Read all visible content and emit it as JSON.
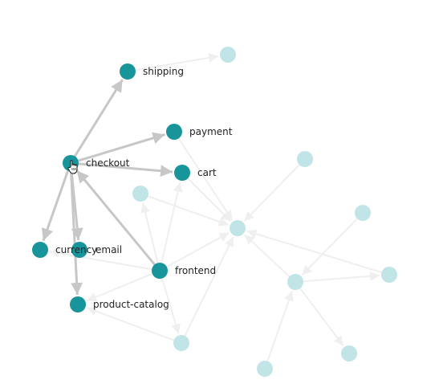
{
  "graph": {
    "colors": {
      "active_node": "#17959a",
      "faded_node": "#c1e4e6",
      "active_edge": "#c7c7c7",
      "faded_edge": "#efefef",
      "label": "#222222"
    },
    "nodes": [
      {
        "id": "shipping",
        "label": "shipping",
        "active": true
      },
      {
        "id": "payment",
        "label": "payment",
        "active": true
      },
      {
        "id": "checkout",
        "label": "checkout",
        "active": true
      },
      {
        "id": "cart",
        "label": "cart",
        "active": true
      },
      {
        "id": "currency",
        "label": "currency",
        "active": true
      },
      {
        "id": "email",
        "label": "email",
        "active": true
      },
      {
        "id": "frontend",
        "label": "frontend",
        "active": true
      },
      {
        "id": "product-catalog",
        "label": "product-catalog",
        "active": true
      },
      {
        "id": "f1",
        "label": "",
        "active": false
      },
      {
        "id": "f2",
        "label": "",
        "active": false
      },
      {
        "id": "f3",
        "label": "",
        "active": false
      },
      {
        "id": "f4",
        "label": "",
        "active": false
      },
      {
        "id": "f5",
        "label": "",
        "active": false
      },
      {
        "id": "f6",
        "label": "",
        "active": false
      },
      {
        "id": "f7",
        "label": "",
        "active": false
      },
      {
        "id": "f8",
        "label": "",
        "active": false
      },
      {
        "id": "f9",
        "label": "",
        "active": false
      },
      {
        "id": "f10",
        "label": "",
        "active": false
      }
    ],
    "edges": [
      {
        "from": "checkout",
        "to": "shipping",
        "active": true
      },
      {
        "from": "checkout",
        "to": "payment",
        "active": true
      },
      {
        "from": "checkout",
        "to": "cart",
        "active": true
      },
      {
        "from": "checkout",
        "to": "currency",
        "active": true
      },
      {
        "from": "checkout",
        "to": "email",
        "active": true
      },
      {
        "from": "checkout",
        "to": "product-catalog",
        "active": true
      },
      {
        "from": "frontend",
        "to": "checkout",
        "active": true
      },
      {
        "from": "shipping",
        "to": "f1",
        "active": false
      },
      {
        "from": "frontend",
        "to": "cart",
        "active": false
      },
      {
        "from": "frontend",
        "to": "f3",
        "active": false
      },
      {
        "from": "frontend",
        "to": "f4",
        "active": false
      },
      {
        "from": "frontend",
        "to": "currency",
        "active": false
      },
      {
        "from": "frontend",
        "to": "product-catalog",
        "active": false
      },
      {
        "from": "frontend",
        "to": "f7",
        "active": false
      },
      {
        "from": "f2",
        "to": "f4",
        "active": false
      },
      {
        "from": "f3",
        "to": "f4",
        "active": false
      },
      {
        "from": "payment",
        "to": "f4",
        "active": false
      },
      {
        "from": "cart",
        "to": "f4",
        "active": false
      },
      {
        "from": "f7",
        "to": "f4",
        "active": false
      },
      {
        "from": "f7",
        "to": "product-catalog",
        "active": false
      },
      {
        "from": "f6",
        "to": "f4",
        "active": false
      },
      {
        "from": "f5",
        "to": "f8",
        "active": false
      },
      {
        "from": "f8",
        "to": "f4",
        "active": false
      },
      {
        "from": "f9",
        "to": "f8",
        "active": false
      },
      {
        "from": "f8",
        "to": "f10",
        "active": false
      },
      {
        "from": "f8",
        "to": "f6",
        "active": false
      }
    ]
  }
}
